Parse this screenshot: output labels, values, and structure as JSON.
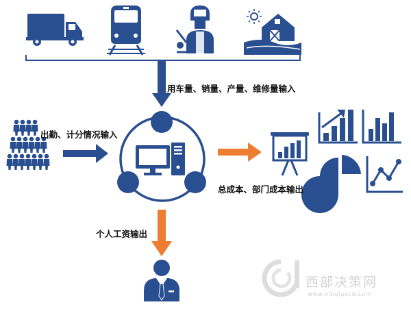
{
  "labels": {
    "top_input": "用车量、销量、产量、维修量输入",
    "left_input": "出勤、计分情况输入",
    "right_output": "总成本、部门成本输出",
    "bottom_output": "个人工资输出"
  },
  "watermark": {
    "name": "西部决策网",
    "url": "www.xibujuece.com"
  },
  "icons": [
    "truck-icon",
    "train-icon",
    "worker-icon",
    "barn-icon",
    "crowd-icon",
    "computer-icon",
    "presentation-icon",
    "bar-chart-icon",
    "pie-chart-icon",
    "line-chart-icon",
    "person-icon"
  ],
  "colors": {
    "primary_blue": "#2a4f90",
    "accent_orange": "#ed7d31",
    "light_blue": "#5b87c5"
  }
}
